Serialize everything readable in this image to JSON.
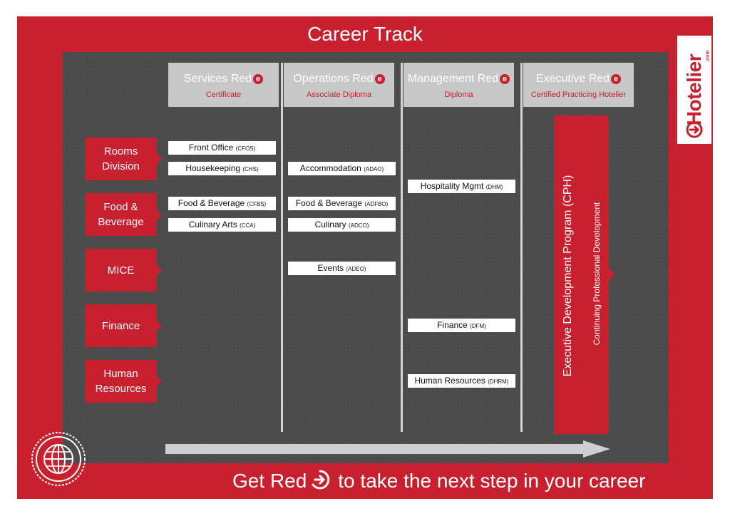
{
  "title": "Career Track",
  "logo": {
    "brand": "Hotelier",
    "suffix": ".com"
  },
  "columns": [
    {
      "name": "Services Red",
      "badge": "e",
      "subtitle": "Certificate"
    },
    {
      "name": "Operations Red",
      "badge": "e",
      "subtitle": "Associate Diploma"
    },
    {
      "name": "Management Red",
      "badge": "e",
      "subtitle": "Diploma"
    },
    {
      "name": "Executive Red",
      "badge": "e",
      "subtitle": "Certified Practicing Hotelier"
    }
  ],
  "rows": [
    {
      "line1": "Rooms",
      "line2": "Division"
    },
    {
      "line1": "Food &",
      "line2": "Beverage"
    },
    {
      "line1": "MICE",
      "line2": ""
    },
    {
      "line1": "Finance",
      "line2": ""
    },
    {
      "line1": "Human",
      "line2": "Resources"
    }
  ],
  "courses": [
    {
      "name": "Front Office",
      "code": "(CFOS)"
    },
    {
      "name": "Housekeeping",
      "code": "(CHS)"
    },
    {
      "name": "Accommodation",
      "code": "(ADAO)"
    },
    {
      "name": "Hospitality Mgmt",
      "code": "(DHM)"
    },
    {
      "name": "Food & Beverage",
      "code": "(CFBS)"
    },
    {
      "name": "Food & Beverage",
      "code": "(ADFBO)"
    },
    {
      "name": "Culinary Arts",
      "code": "(CCA)"
    },
    {
      "name": "Culinary",
      "code": "(ADCO)"
    },
    {
      "name": "Events",
      "code": "(ADEO)"
    },
    {
      "name": "Finance",
      "code": "(DFM)"
    },
    {
      "name": "Human Resources",
      "code": "(DHRM)"
    }
  ],
  "executive": {
    "program": "Executive Development Program (CPH)",
    "continuing": "Continuing Professional Development"
  },
  "tagline": {
    "before": "Get Red",
    "after": "to take the next step in your career"
  },
  "colors": {
    "brand_red": "#c8202e",
    "panel": "#4b4b4b",
    "header_grey": "#c7c7c7"
  }
}
